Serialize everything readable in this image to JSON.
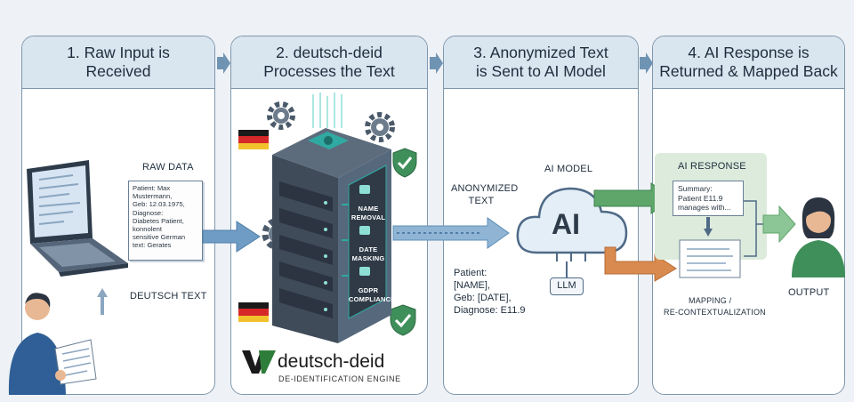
{
  "steps": [
    {
      "line1": "1. Raw Input is",
      "line2": "Received"
    },
    {
      "line1": "2. deutsch-deid",
      "line2": "Processes the Text"
    },
    {
      "line1": "3. Anonymized Text",
      "line2": "is Sent to AI Model"
    },
    {
      "line1": "4. AI Response is",
      "line2": "Returned & Mapped Back"
    }
  ],
  "panel1": {
    "raw_data": "RAW DATA",
    "deutsch_text": "DEUTSCH TEXT",
    "document_lines": [
      "Patient: Max",
      "Mustermann,",
      "Geb: 12.03.1975,",
      "Diagnose:",
      "Diabetes Patient,",
      "konnolent",
      "sensitive German",
      "text: Gerates"
    ]
  },
  "panel2": {
    "modules": [
      "NAME REMOVAL",
      "DATE MASKING",
      "GDPR COMPLIANCE"
    ],
    "brand_name": "deutsch-deid",
    "brand_sub": "DE-IDENTIFICATION ENGINE"
  },
  "panel3": {
    "anonymized_label_1": "ANONYMIZED",
    "anonymized_label_2": "TEXT",
    "ai_model": "AI MODEL",
    "ai": "AI",
    "llm": "LLM",
    "anon_lines": [
      "Patient:",
      "[NAME],",
      "Geb: [DATE],",
      "Diagnose: E11.9"
    ]
  },
  "panel4": {
    "ai_response": "AI RESPONSE",
    "summary_lines": [
      "Summary:",
      "Patient E11.9",
      "manages with..."
    ],
    "mapping_1": "MAPPING /",
    "mapping_2": "RE-CONTEXTUALIZATION",
    "output": "OUTPUT"
  },
  "colors": {
    "panel_border": "#7f97ad",
    "header_fill": "#d9e5ef",
    "flow_blue": "#5d8fb8",
    "server_dark": "#3f4b59",
    "teal": "#2fa9a1",
    "green_arrow": "#5ea66a",
    "orange_arrow": "#d98a4e",
    "brand_green": "#2f7d3a"
  }
}
